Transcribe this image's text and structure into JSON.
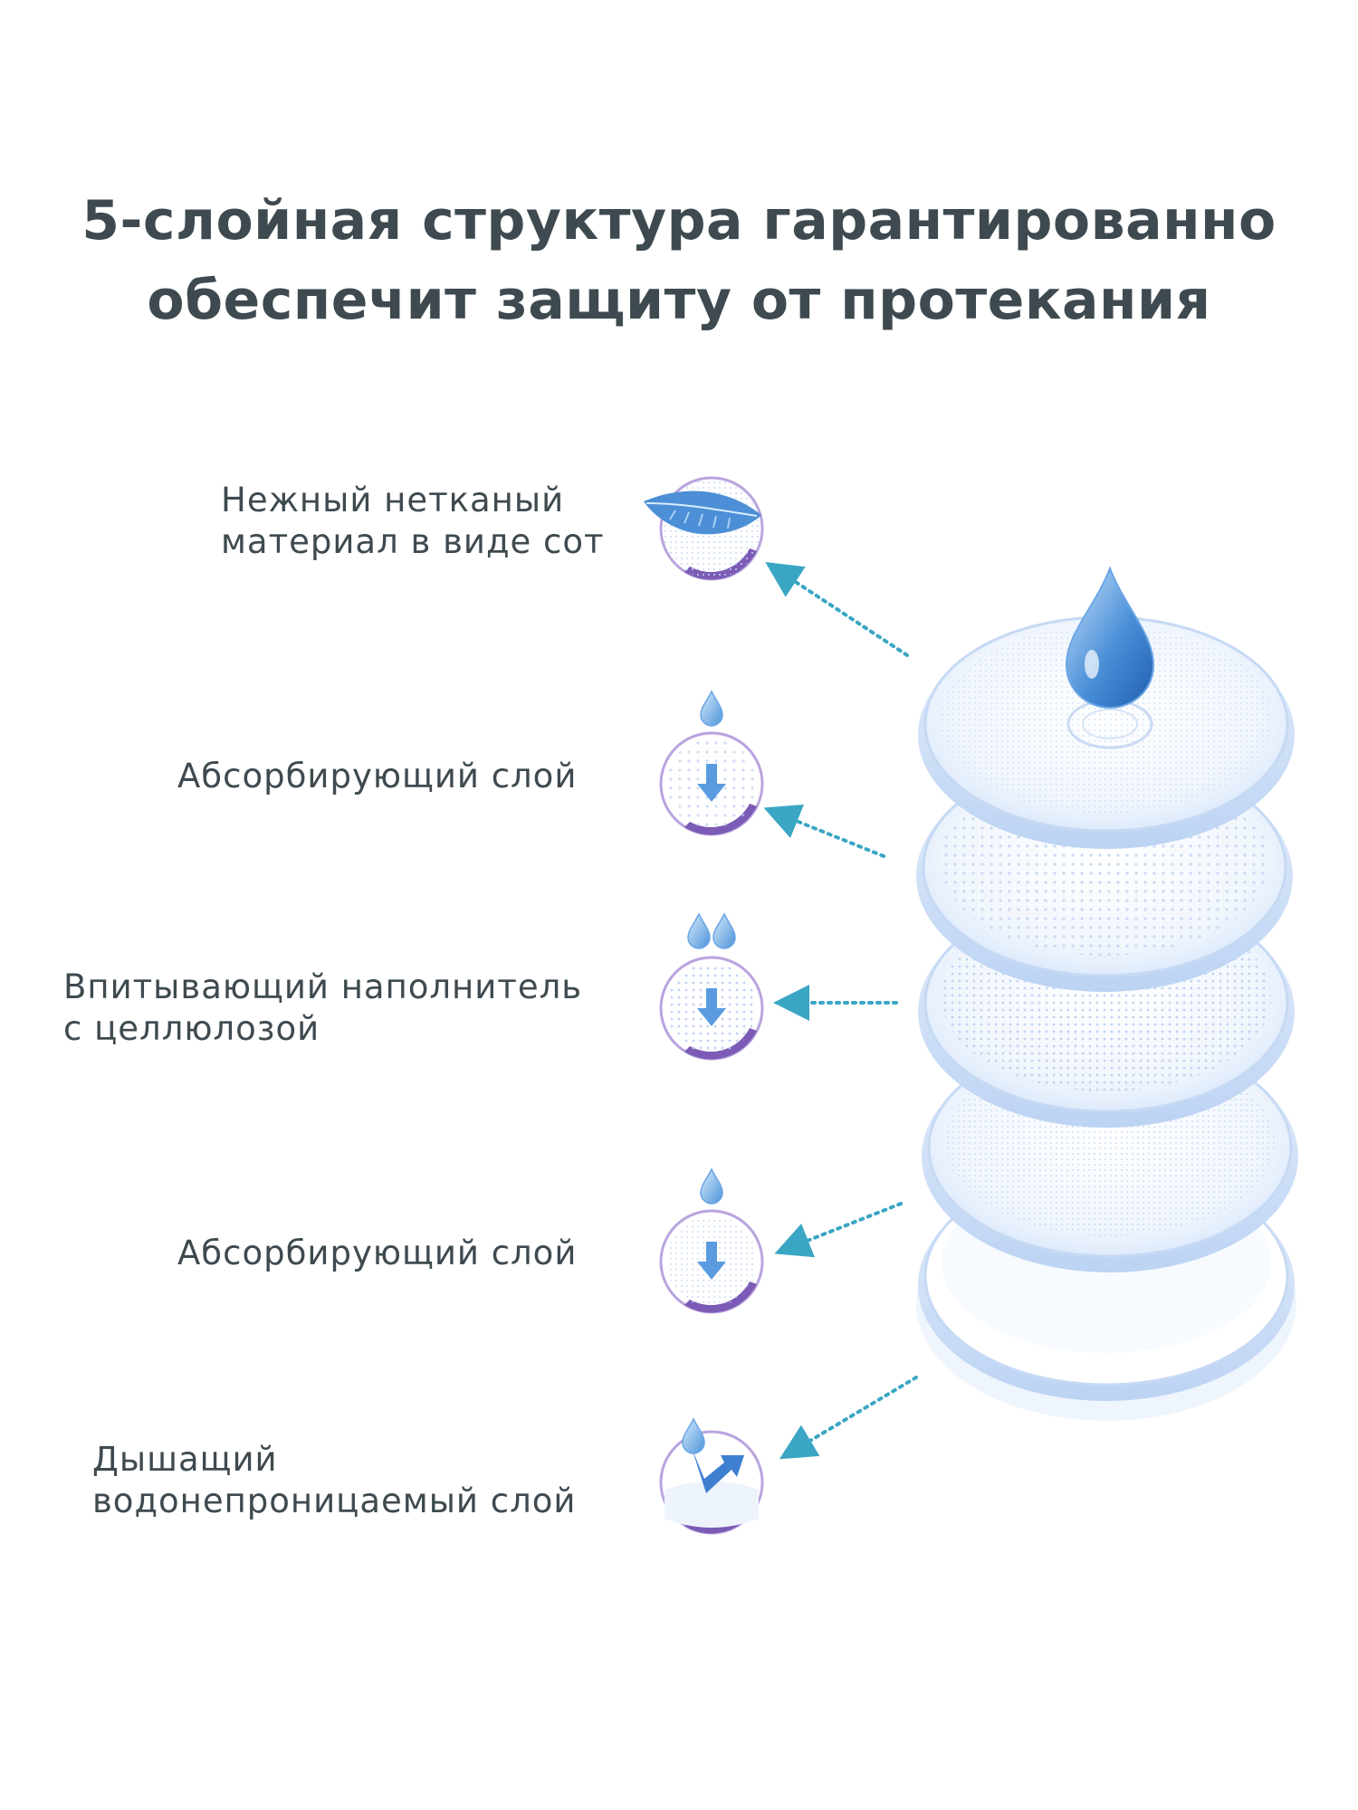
{
  "title": {
    "line1": "5-слойная структура гарантированно",
    "line2": "обеспечит защиту от протекания"
  },
  "layers": [
    {
      "line1": "Нежный нетканый",
      "line2": "материал в виде сот",
      "icon": "feather-icon"
    },
    {
      "line1": "Абсорбирующий слой",
      "line2": "",
      "icon": "single-drop-arrow-icon"
    },
    {
      "line1": "Впитывающий наполнитель",
      "line2": "с целлюлозой",
      "icon": "double-drop-arrow-icon"
    },
    {
      "line1": "Абсорбирующий слой",
      "line2": "",
      "icon": "single-drop-arrow-icon"
    },
    {
      "line1": "Дышащий",
      "line2": "водонепроницаемый слой",
      "icon": "breathable-arrow-icon"
    }
  ],
  "colors": {
    "text": "#3e4a4f",
    "accent_blue": "#4a8fd8",
    "arrow_teal": "#3aa6c4",
    "icon_purple": "#7b5bb5"
  }
}
